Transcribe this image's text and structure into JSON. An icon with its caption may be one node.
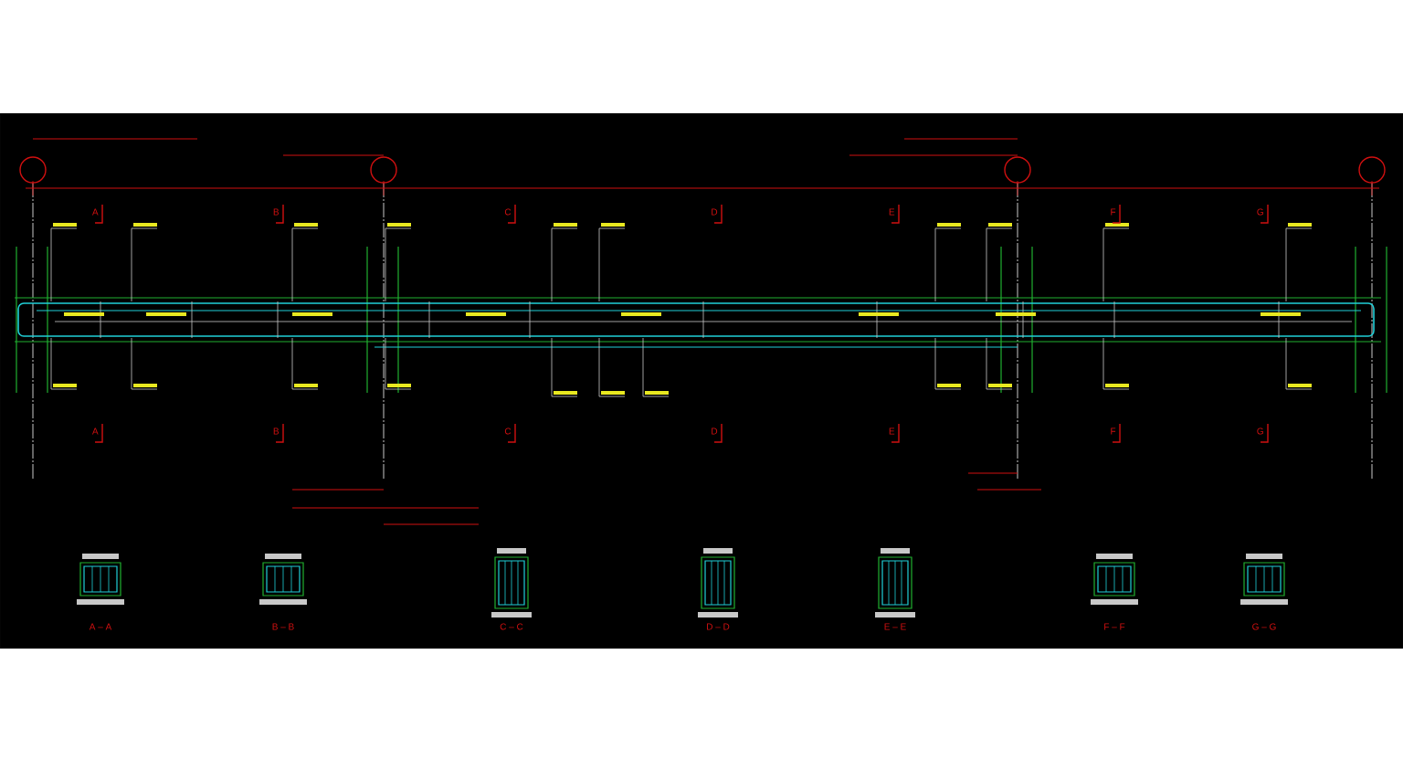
{
  "diagram": {
    "labels": [
      "A",
      "B",
      "C",
      "D",
      "E",
      "F",
      "G",
      "A",
      "B",
      "C",
      "D",
      "E",
      "F",
      "G",
      "A – A",
      "B – B",
      "C – C",
      "D – D",
      "E – E",
      "F – F",
      "G – G"
    ]
  }
}
